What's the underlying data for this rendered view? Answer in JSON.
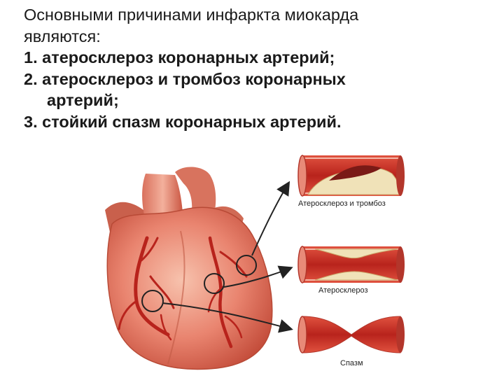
{
  "text": {
    "intro_line1": "Основными причинами инфаркта миокарда",
    "intro_line2": "являются:",
    "item1": "1. атеросклероз коронарных артерий;",
    "item2": "2. атеросклероз и тромбоз коронарных",
    "item2_cont": "артерий;",
    "item3": "3. стойкий спазм коронарных артерий."
  },
  "panels": [
    {
      "caption": "Атеросклероз и тромбоз"
    },
    {
      "caption": "Атеросклероз"
    },
    {
      "caption": "Спазм"
    }
  ],
  "colors": {
    "heart": "#e9846f",
    "artery_wall": "#c8302a",
    "plaque": "#f0e2b8",
    "arrow": "#222222"
  }
}
